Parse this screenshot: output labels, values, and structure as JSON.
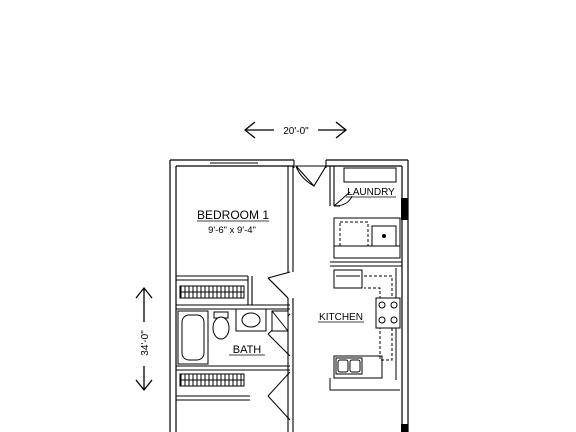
{
  "plan": {
    "overall_width": "20'-0\"",
    "overall_depth": "34'-0\"",
    "rooms": {
      "bedroom": {
        "name": "BEDROOM 1",
        "size": "9'-6\" x 9'-4\""
      },
      "laundry": {
        "name": "LAUNDRY"
      },
      "kitchen": {
        "name": "KITCHEN"
      },
      "bath": {
        "name": "BATH"
      }
    }
  }
}
